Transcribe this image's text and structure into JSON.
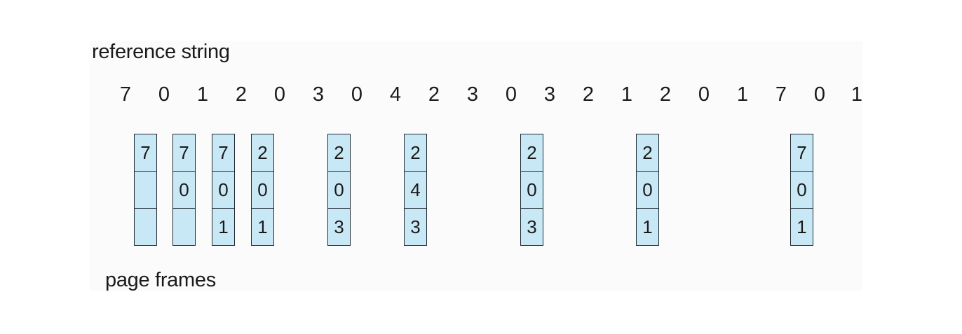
{
  "labels": {
    "reference_string": "reference string",
    "page_frames": "page frames"
  },
  "reference_string": [
    "7",
    "0",
    "1",
    "2",
    "0",
    "3",
    "0",
    "4",
    "2",
    "3",
    "0",
    "3",
    "2",
    "1",
    "2",
    "0",
    "1",
    "7",
    "0",
    "1"
  ],
  "frame_snapshots": [
    {
      "frames": [
        "7",
        "",
        ""
      ]
    },
    {
      "frames": [
        "7",
        "0",
        ""
      ]
    },
    {
      "frames": [
        "7",
        "0",
        "1"
      ]
    },
    {
      "frames": [
        "2",
        "0",
        "1"
      ]
    },
    {
      "frames": [
        "2",
        "0",
        "3"
      ]
    },
    {
      "frames": [
        "2",
        "4",
        "3"
      ]
    },
    {
      "frames": [
        "2",
        "0",
        "3"
      ]
    },
    {
      "frames": [
        "2",
        "0",
        "1"
      ]
    },
    {
      "frames": [
        "7",
        "0",
        "1"
      ]
    }
  ],
  "colors": {
    "frame_fill": "#c9e8f6",
    "frame_border": "#1e2a33",
    "text": "#1a1a1a"
  }
}
